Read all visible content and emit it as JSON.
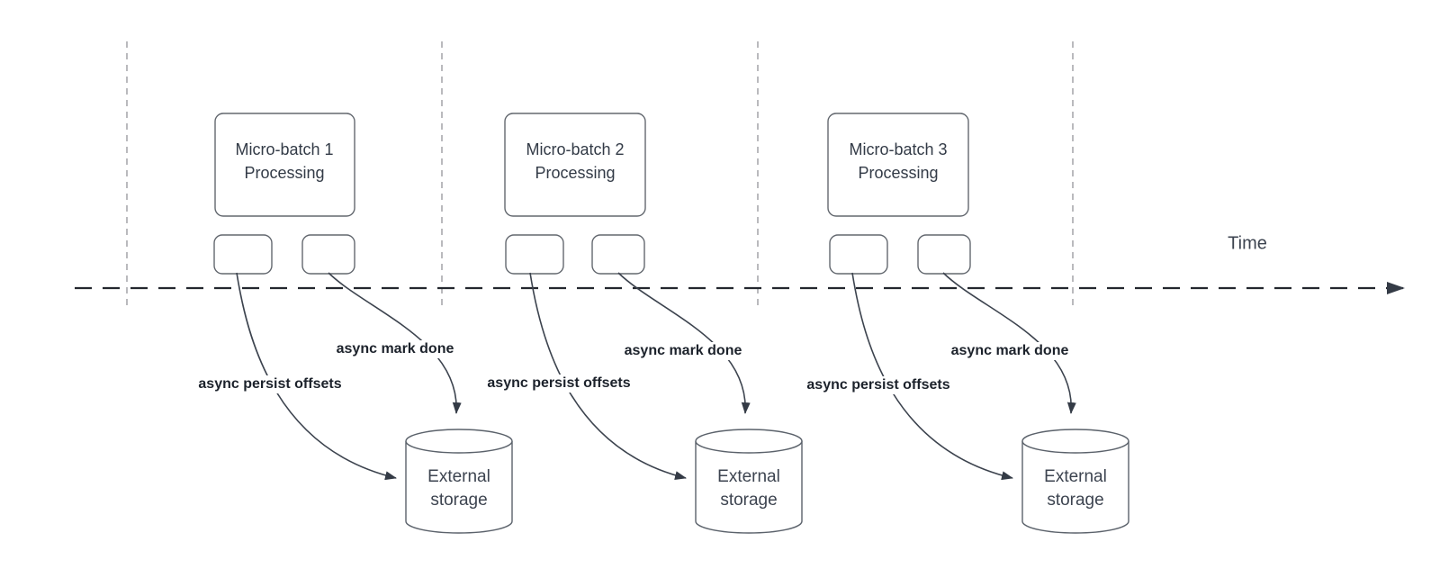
{
  "diagram": {
    "time_axis_label": "Time",
    "batches": [
      {
        "title": "Micro-batch 1 Processing",
        "persist_label": "async persist offsets",
        "done_label": "async mark done",
        "storage_label": "External storage"
      },
      {
        "title": "Micro-batch 2 Processing",
        "persist_label": "async persist offsets",
        "done_label": "async mark done",
        "storage_label": "External storage"
      },
      {
        "title": "Micro-batch 3 Processing",
        "persist_label": "async persist offsets",
        "done_label": "async mark done",
        "storage_label": "External storage"
      }
    ],
    "colors": {
      "arrow_line": "#3c434e",
      "arrowhead": "#343b46",
      "timeline": "#23272e",
      "guide_dash": "#a9a9ad",
      "box_border": "#63686f",
      "box_text": "#333b47",
      "label_text": "#1c222b",
      "background": "#ffffff"
    }
  }
}
